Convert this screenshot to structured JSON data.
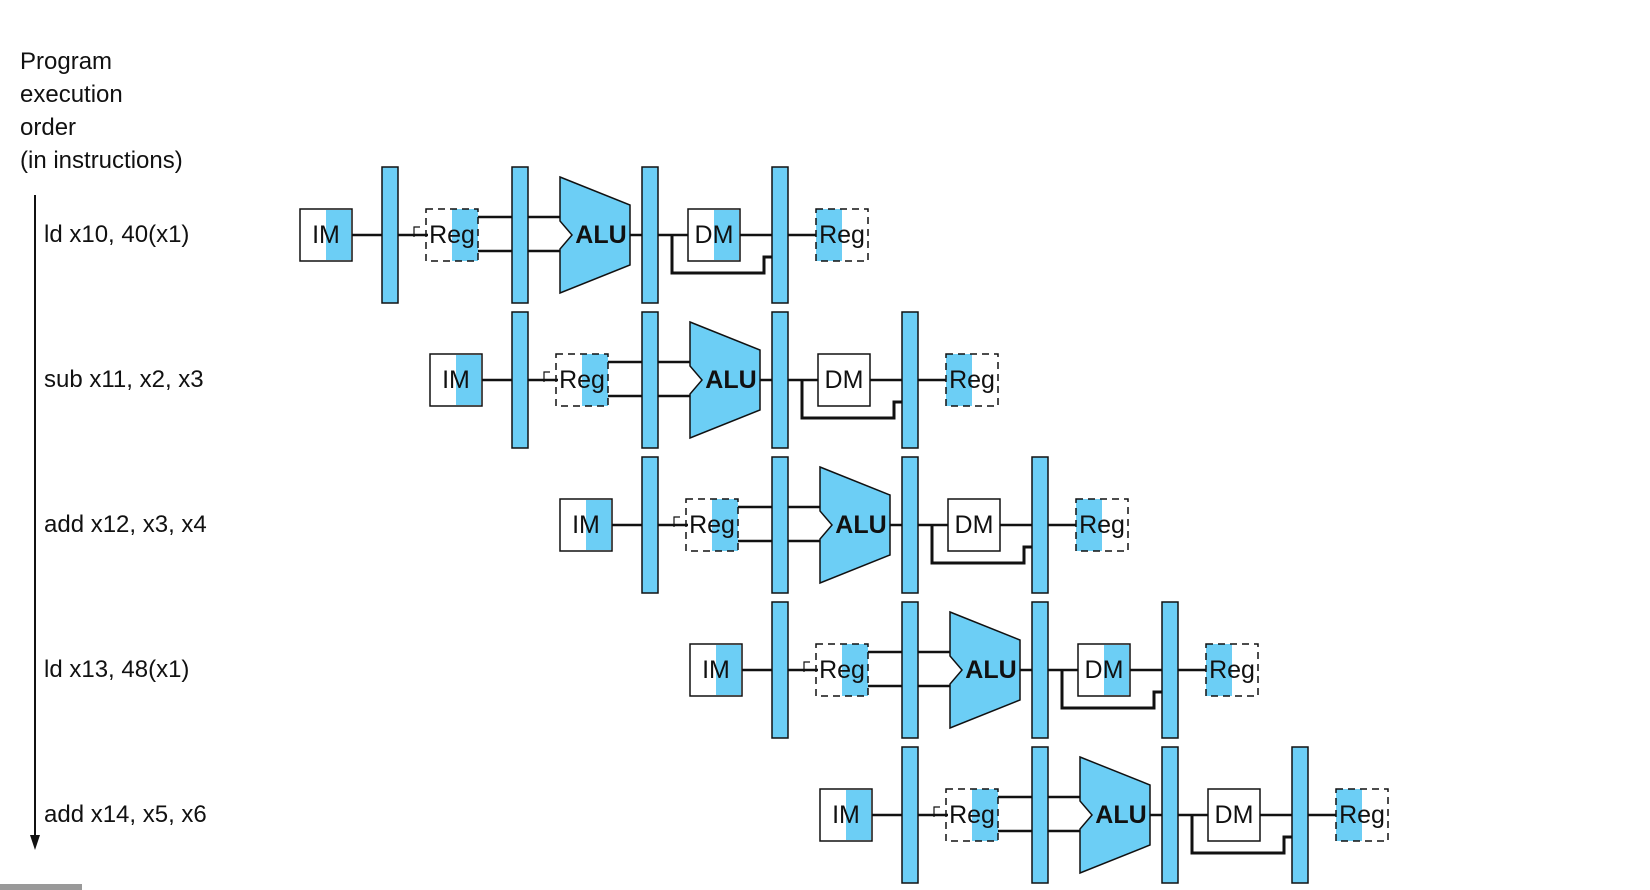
{
  "axis_title": {
    "lines": [
      "Program",
      "execution",
      "order",
      "(in instructions)"
    ]
  },
  "instructions": [
    "ld x10, 40(x1)",
    "sub x11, x2, x3",
    "add x12, x3, x4",
    "ld x13, 48(x1)",
    "add x14, x5, x6"
  ],
  "stage_labels": {
    "im": "IM",
    "reg_read": "Reg",
    "alu": "ALU",
    "dm": "DM",
    "reg_write": "Reg"
  },
  "colors": {
    "accent": "#6ccef5",
    "line": "#111111",
    "box_fill": "#ffffff"
  }
}
